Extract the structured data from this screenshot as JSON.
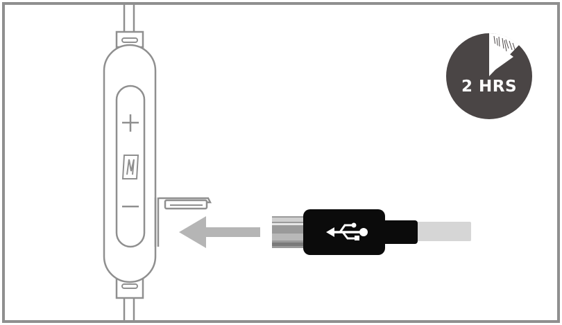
{
  "illustration": {
    "timer": {
      "label": "2 HRS",
      "fill_color": "#4a4545",
      "label_color": "#ffffff"
    },
    "remote": {
      "plus_symbol": "+",
      "minus_symbol": "−",
      "logo_name": "shure-logo"
    },
    "cable_connector": {
      "type": "usb",
      "symbol_name": "usb-icon"
    },
    "colors": {
      "outline": "#8f8f8f",
      "arrow": "#b5b5b5",
      "connector_body": "#0b0b0b",
      "cable": "#d6d6d6"
    }
  }
}
